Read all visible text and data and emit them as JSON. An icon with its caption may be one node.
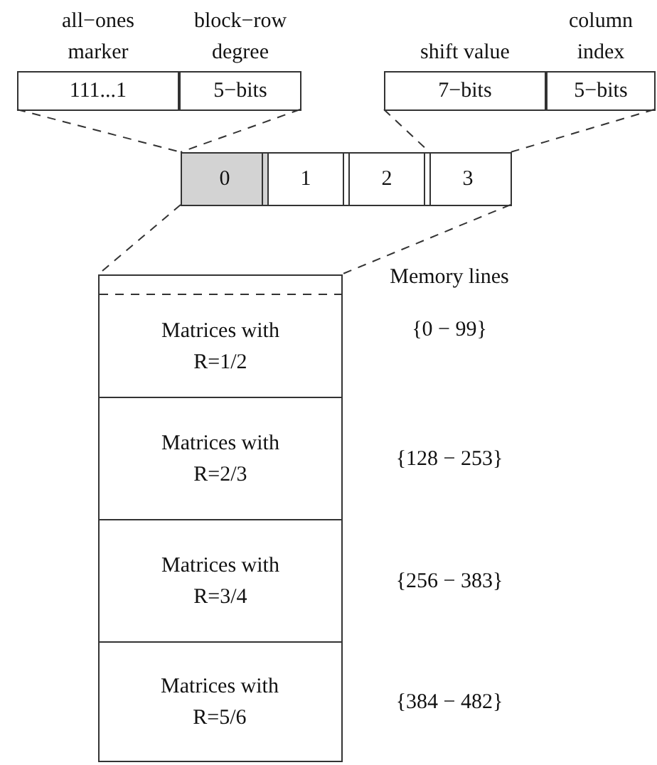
{
  "diagram": {
    "nodes": [
      {
        "text": [
          "all−ones marker",
          "111...1"
        ]
      },
      {
        "text": [
          "block−row degree",
          "5−bits"
        ]
      },
      {
        "text": [
          "shift value",
          "7−bits"
        ]
      },
      {
        "text": [
          "column index",
          "5−bits"
        ]
      },
      {
        "text": [
          "0"
        ]
      },
      {
        "text": [
          "1"
        ]
      },
      {
        "text": [
          "2"
        ]
      },
      {
        "text": [
          "3"
        ]
      },
      {
        "text": [],
        "shape": "box"
      },
      {
        "text": [
          "Matrices with R=1/2"
        ],
        "in": 8,
        "beside": [
          "{0 − 99}"
        ]
      },
      {
        "text": [
          "Matrices with R=2/3"
        ],
        "in": 8,
        "beside": [
          "{128 − 253}"
        ]
      },
      {
        "text": [
          "Matrices with R=3/4"
        ],
        "in": 8,
        "beside": [
          "{256 − 383}"
        ]
      },
      {
        "text": [
          "Matrices with R=5/6"
        ],
        "in": 8,
        "beside": [
          "{384 − 482}"
        ]
      }
    ],
    "edges": [
      {
        "from": 0,
        "to": 4,
        "arrow": "none",
        "style": "dashed"
      },
      {
        "from": 1,
        "to": 4,
        "arrow": "none",
        "style": "dashed"
      },
      {
        "from": 2,
        "to": 6,
        "arrow": "none",
        "style": "dashed"
      },
      {
        "from": 3,
        "to": 7,
        "arrow": "none",
        "style": "dashed"
      },
      {
        "from": 4,
        "to": 8,
        "arrow": "none",
        "style": "dashed"
      },
      {
        "from": 7,
        "to": 8,
        "arrow": "none",
        "style": "dashed"
      }
    ],
    "labels": [
      "Memory lines"
    ]
  }
}
